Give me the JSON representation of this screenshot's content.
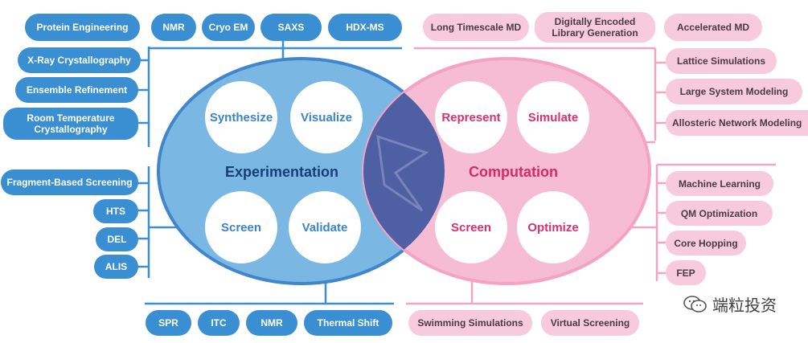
{
  "left_top": [
    "NMR",
    "Cryo EM",
    "SAXS",
    "HDX-MS"
  ],
  "left_upper": [
    "Protein Engineering",
    "X-Ray Crystallography",
    "Ensemble Refinement",
    "Room Temperature Crystallography"
  ],
  "left_lower": [
    "Fragment-Based Screening",
    "HTS",
    "DEL",
    "ALIS"
  ],
  "left_bottom": [
    "SPR",
    "ITC",
    "NMR",
    "Thermal Shift"
  ],
  "right_top": [
    "Long Timescale MD",
    "Digitally Encoded Library Generation",
    "Accelerated MD"
  ],
  "right_upper": [
    "Lattice Simulations",
    "Large System Modeling",
    "Allosteric Network Modeling"
  ],
  "right_lower": [
    "Machine Learning",
    "QM Optimization",
    "Core Hopping",
    "FEP"
  ],
  "right_bottom": [
    "Swimming Simulations",
    "Virtual Screening"
  ],
  "experimentation": {
    "title": "Experimentation",
    "circles": [
      "Synthesize",
      "Visualize",
      "Screen",
      "Validate"
    ]
  },
  "computation": {
    "title": "Computation",
    "circles": [
      "Represent",
      "Simulate",
      "Screen",
      "Optimize"
    ]
  },
  "watermark": "端粒投资",
  "colors": {
    "blue": "#3a8fd2",
    "pink": "#f7cadc",
    "overlap": "#4f5fa3"
  }
}
